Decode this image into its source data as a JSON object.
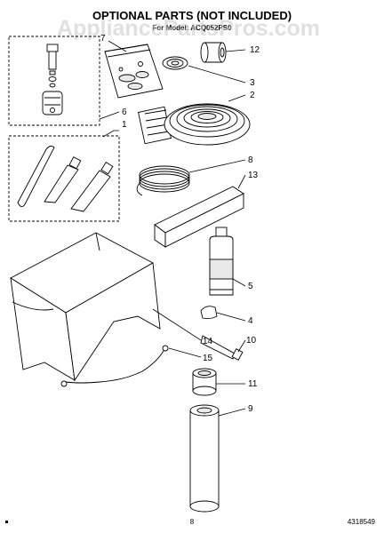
{
  "header": {
    "title": "OPTIONAL PARTS (NOT INCLUDED)",
    "subtitle": "For Model: ACQ052PS0"
  },
  "watermark": {
    "text": "AppliancePartsPros.com"
  },
  "callouts": [
    "1",
    "2",
    "3",
    "4",
    "5",
    "6",
    "7",
    "8",
    "9",
    "10",
    "11",
    "12",
    "13",
    "14",
    "15"
  ],
  "footer": {
    "page_number": "8",
    "doc_number": "4318549"
  }
}
